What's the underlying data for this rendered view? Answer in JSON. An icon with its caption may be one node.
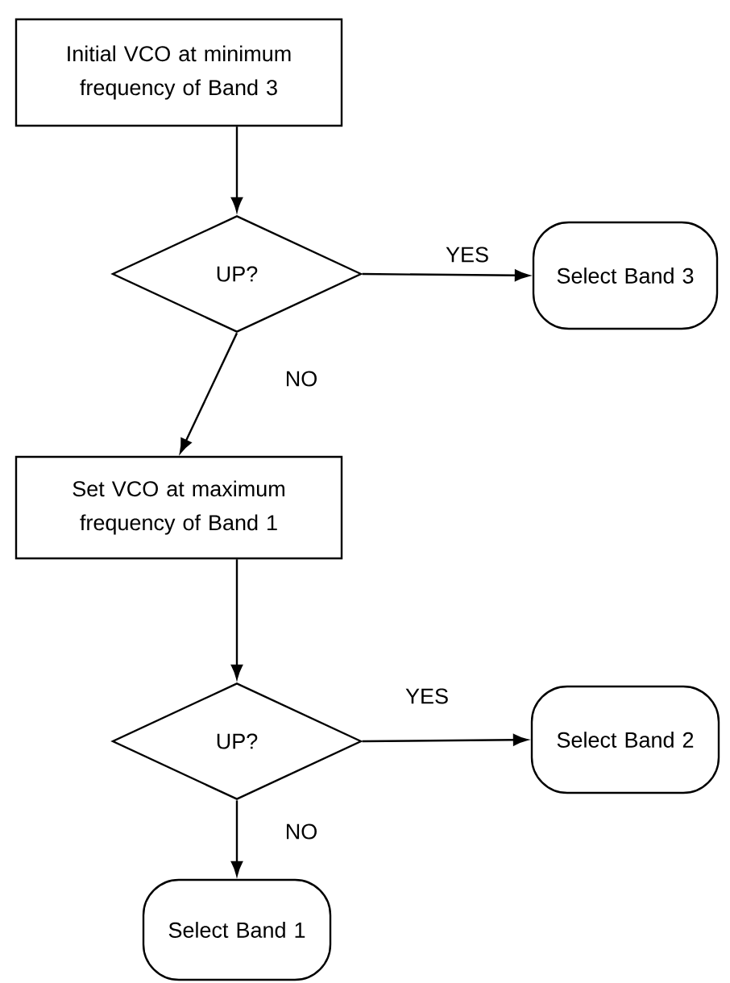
{
  "diagram": {
    "nodes": [
      {
        "text": [
          "Initial VCO at minimum frequency of Band 3"
        ]
      },
      {
        "text": [
          "UP?"
        ]
      },
      {
        "text": [
          "Select Band 3"
        ]
      },
      {
        "text": [
          "Set VCO at maximum frequency of Band 1"
        ]
      },
      {
        "text": [
          "UP?"
        ]
      },
      {
        "text": [
          "Select Band 2"
        ]
      },
      {
        "text": [
          "Select Band 1"
        ]
      }
    ],
    "edges": [
      {
        "from": 0,
        "to": 1,
        "arrow": "to"
      },
      {
        "from": 1,
        "to": 2,
        "arrow": "to",
        "label": "YES"
      },
      {
        "from": 1,
        "to": 3,
        "arrow": "to",
        "label": "NO"
      },
      {
        "from": 3,
        "to": 4,
        "arrow": "to"
      },
      {
        "from": 4,
        "to": 5,
        "arrow": "to",
        "label": "YES"
      },
      {
        "from": 4,
        "to": 6,
        "arrow": "to",
        "label": "NO"
      }
    ]
  }
}
